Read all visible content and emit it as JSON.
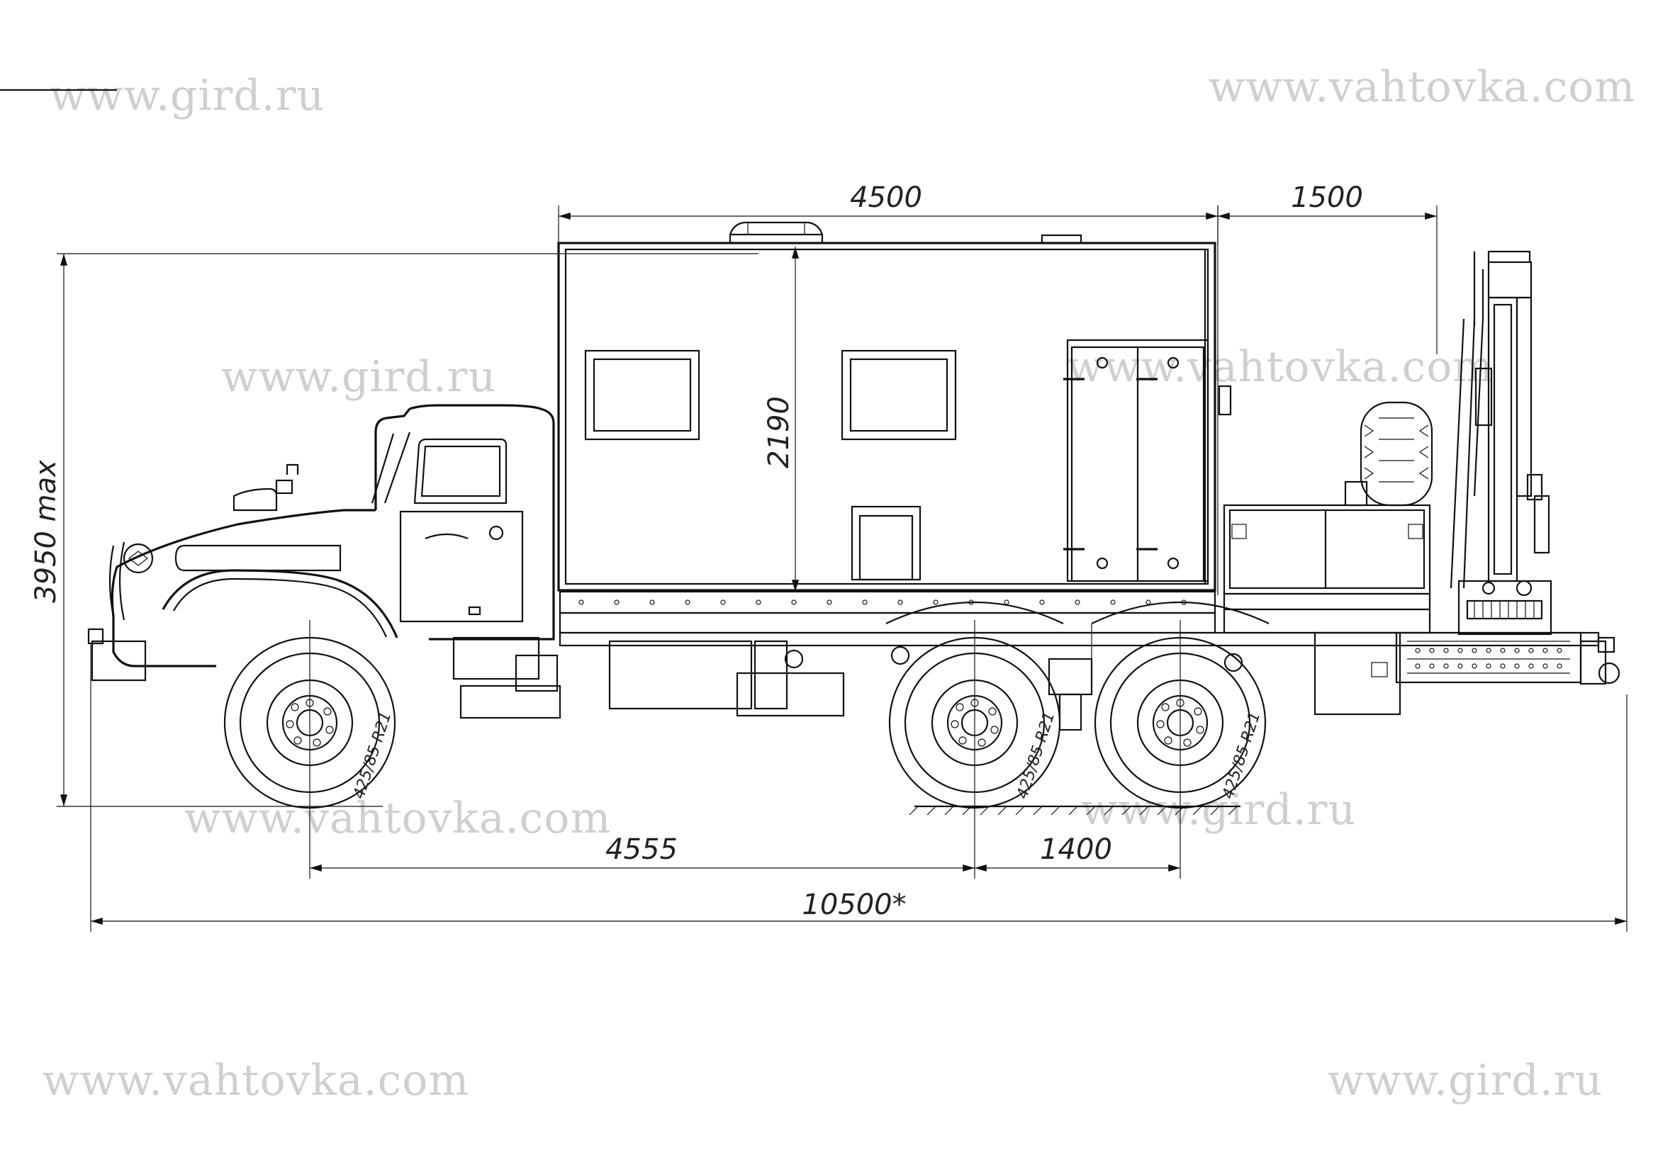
{
  "watermarks": [
    "www.gird.ru",
    "www.vahtovka.com",
    "www.gird.ru",
    "www.vahtovka.com",
    "www.vahtovka.com",
    "www.gird.ru",
    "www.vahtovka.com",
    "www.gird.ru"
  ],
  "dimensions": {
    "body_length": "4500",
    "crane_zone_length": "1500",
    "overall_height": "3950 max",
    "body_height": "2190",
    "wheelbase": "4555",
    "bogie_base": "1400",
    "overall_length": "10500*"
  },
  "tyres": {
    "front": "425/85 R21",
    "middle": "425/85 R21",
    "rear": "425/85 R21"
  }
}
